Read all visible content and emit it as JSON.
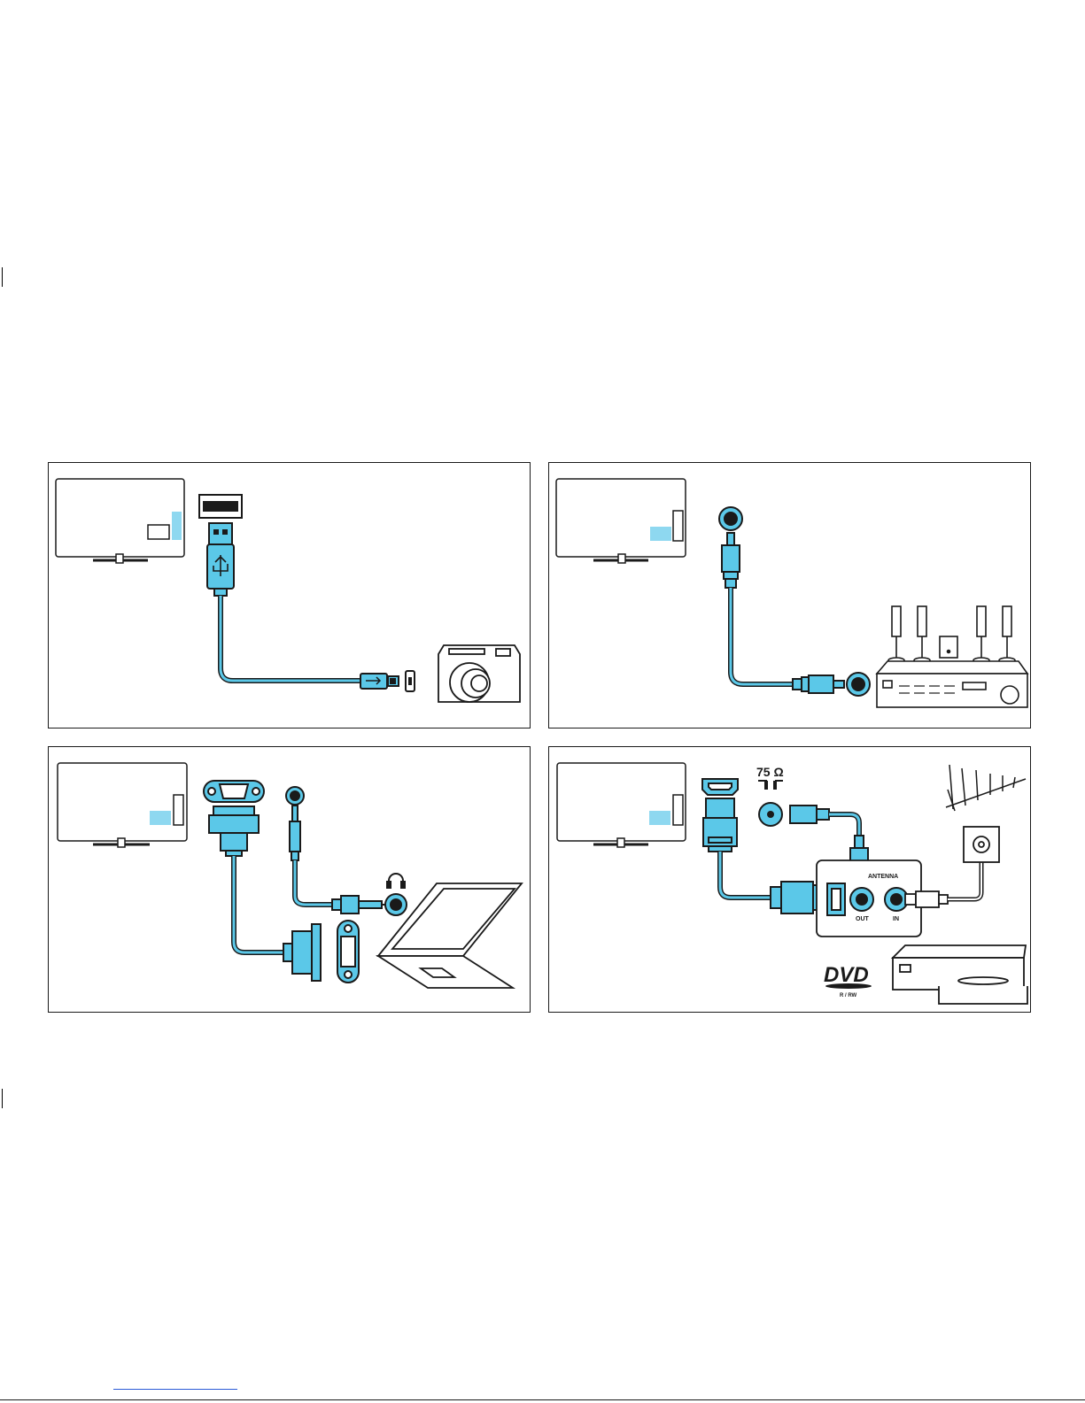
{
  "colors": {
    "cable": "#5bc8e8",
    "outline": "#1a1a1a",
    "background": "#ffffff",
    "tv_port_highlight": "#8ed8f0"
  },
  "panels": [
    {
      "id": "usb-camera",
      "icons": [
        "tv-icon",
        "usb-port-icon",
        "usb-plug-icon",
        "micro-usb-plug-icon",
        "camera-icon"
      ]
    },
    {
      "id": "audio-receiver",
      "icons": [
        "tv-icon",
        "rca-jack-icon",
        "rca-plug-icon",
        "speaker-icon",
        "subwoofer-icon",
        "av-receiver-icon"
      ]
    },
    {
      "id": "vga-laptop",
      "icons": [
        "tv-icon",
        "vga-port-icon",
        "vga-plug-icon",
        "audio-jack-icon",
        "headphone-icon",
        "laptop-icon"
      ]
    },
    {
      "id": "hdmi-antenna-dvd",
      "icons": [
        "tv-icon",
        "hdmi-port-icon",
        "hdmi-plug-icon",
        "coax-port-icon",
        "antenna-icon",
        "wall-socket-icon",
        "dvd-recorder-icon",
        "dvd-logo-icon"
      ]
    }
  ],
  "labels": {
    "impedance": "75 Ω",
    "antenna": "ANTENNA",
    "out": "OUT",
    "in": "IN",
    "dvd_logo_sub": "R / RW"
  }
}
